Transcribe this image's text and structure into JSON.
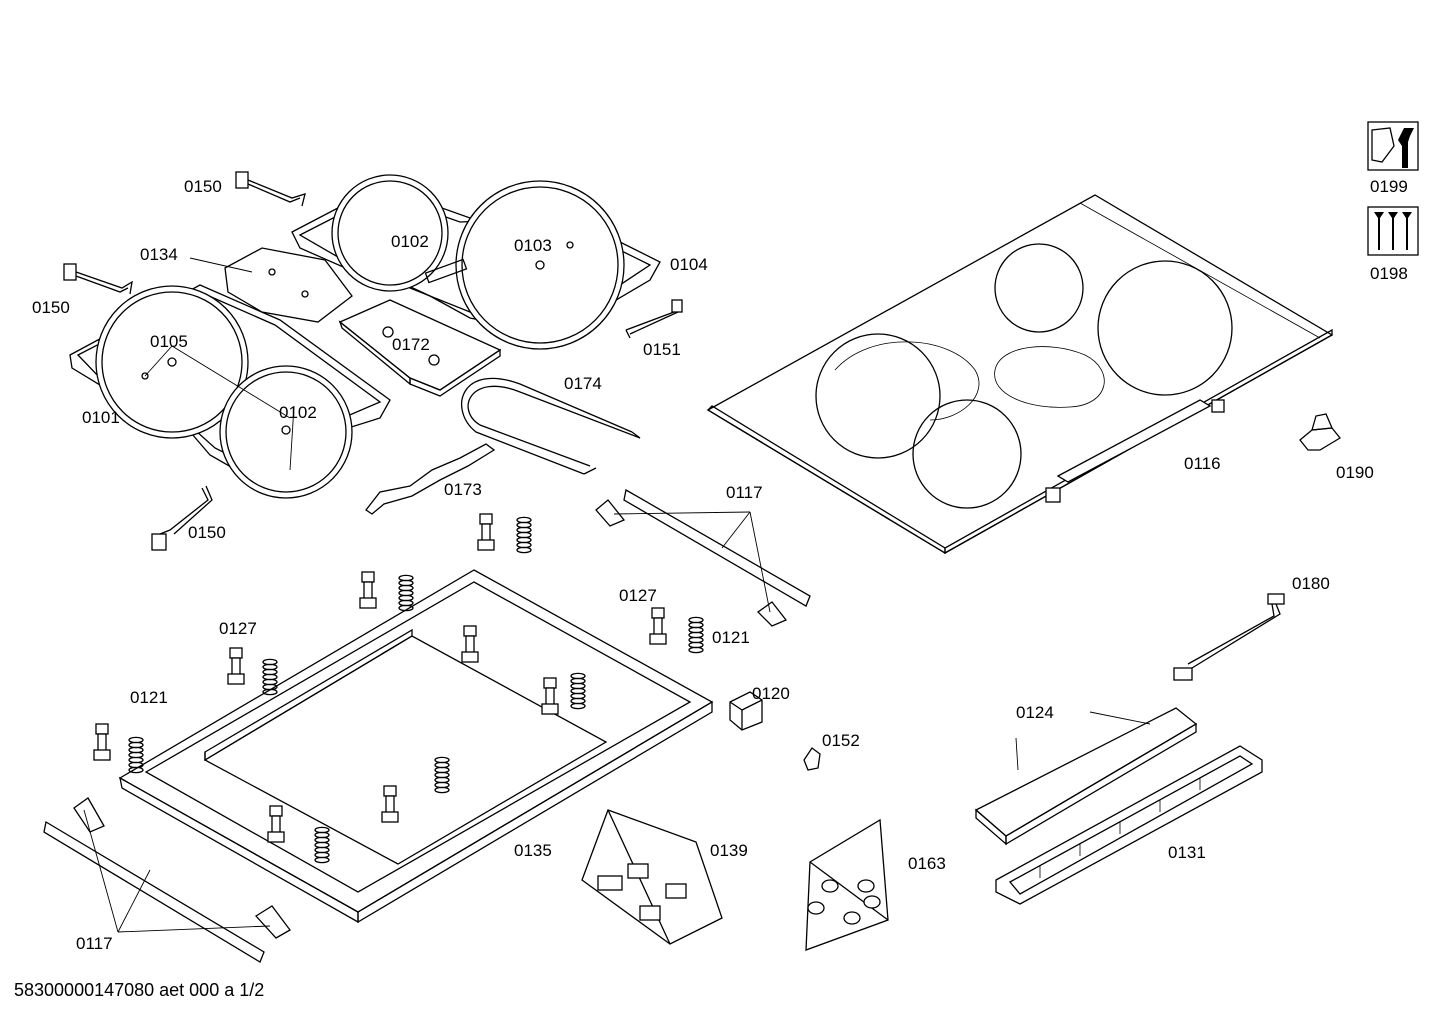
{
  "labels": {
    "p0150a": "0150",
    "p0150b": "0150",
    "p0150c": "0150",
    "p0134": "0134",
    "p0102a": "0102",
    "p0103": "0103",
    "p0104": "0104",
    "p0105": "0105",
    "p0101": "0101",
    "p0102b": "0102",
    "p0172": "0172",
    "p0151": "0151",
    "p0174": "0174",
    "p0173": "0173",
    "p0117a": "0117",
    "p0117b": "0117",
    "p0127a": "0127",
    "p0127b": "0127",
    "p0121a": "0121",
    "p0121b": "0121",
    "p0120": "0120",
    "p0135": "0135",
    "p0139": "0139",
    "p0152": "0152",
    "p0163": "0163",
    "p0124": "0124",
    "p0131": "0131",
    "p0180": "0180",
    "p0116": "0116",
    "p0190": "0190",
    "p0199": "0199",
    "p0198": "0198"
  },
  "icons": {
    "tool_icon": "wrench-nut-icon",
    "screws_icon": "screws-icon"
  },
  "footer": {
    "doc_id": "58300000147080 aet 000 a 1/2"
  }
}
